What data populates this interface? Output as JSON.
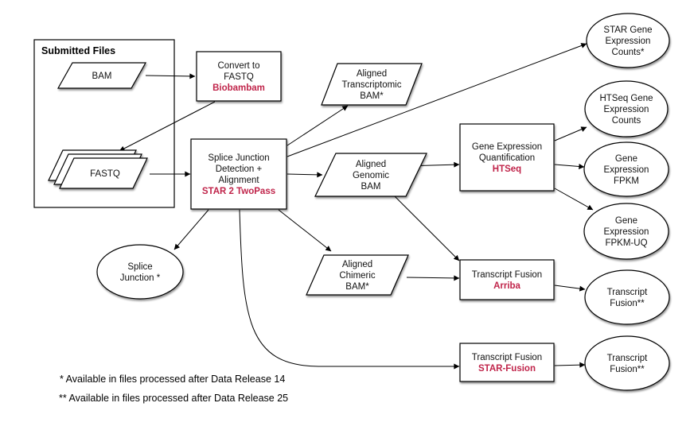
{
  "accent_color": "#c0244a",
  "group": {
    "title": "Submitted Files"
  },
  "nodes": {
    "bam_input": {
      "lines": [
        "BAM"
      ]
    },
    "fastq_input": {
      "lines": [
        "FASTQ"
      ]
    },
    "convert": {
      "lines": [
        "Convert to",
        "FASTQ"
      ],
      "tool": "Biobambam"
    },
    "star_align": {
      "lines": [
        "Splice Junction",
        "Detection +",
        "Alignment"
      ],
      "tool": "STAR 2 TwoPass"
    },
    "transcriptomic_bam": {
      "lines": [
        "Aligned",
        "Transcriptomic",
        "BAM*"
      ]
    },
    "genomic_bam": {
      "lines": [
        "Aligned",
        "Genomic",
        "BAM"
      ]
    },
    "chimeric_bam": {
      "lines": [
        "Aligned",
        "Chimeric",
        "BAM*"
      ]
    },
    "splice_junction": {
      "lines": [
        "Splice",
        "Junction *"
      ]
    },
    "htseq": {
      "lines": [
        "Gene Expression",
        "Quantification"
      ],
      "tool": "HTSeq"
    },
    "arriba": {
      "lines": [
        "Transcript Fusion"
      ],
      "tool": "Arriba"
    },
    "star_fusion": {
      "lines": [
        "Transcript Fusion"
      ],
      "tool": "STAR-Fusion"
    },
    "star_counts": {
      "lines": [
        "STAR Gene",
        "Expression",
        "Counts*"
      ]
    },
    "htseq_counts": {
      "lines": [
        "HTSeq Gene",
        "Expression",
        "Counts"
      ]
    },
    "fpkm": {
      "lines": [
        "Gene",
        "Expression",
        "FPKM"
      ]
    },
    "fpkm_uq": {
      "lines": [
        "Gene",
        "Expression",
        "FPKM-UQ"
      ]
    },
    "arriba_out": {
      "lines": [
        "Transcript",
        "Fusion**"
      ]
    },
    "star_fusion_out": {
      "lines": [
        "Transcript",
        "Fusion**"
      ]
    }
  },
  "edges": [
    [
      "bam_input",
      "convert"
    ],
    [
      "convert",
      "fastq_input"
    ],
    [
      "fastq_input",
      "star_align"
    ],
    [
      "star_align",
      "transcriptomic_bam"
    ],
    [
      "star_align",
      "star_counts"
    ],
    [
      "star_align",
      "genomic_bam"
    ],
    [
      "star_align",
      "splice_junction"
    ],
    [
      "star_align",
      "chimeric_bam"
    ],
    [
      "star_align",
      "star_fusion"
    ],
    [
      "genomic_bam",
      "htseq"
    ],
    [
      "genomic_bam",
      "arriba"
    ],
    [
      "chimeric_bam",
      "arriba"
    ],
    [
      "htseq",
      "htseq_counts"
    ],
    [
      "htseq",
      "fpkm"
    ],
    [
      "htseq",
      "fpkm_uq"
    ],
    [
      "arriba",
      "arriba_out"
    ],
    [
      "star_fusion",
      "star_fusion_out"
    ]
  ],
  "footnotes": [
    "* Available in files processed after Data Release 14",
    "** Available in files processed after Data Release 25"
  ]
}
